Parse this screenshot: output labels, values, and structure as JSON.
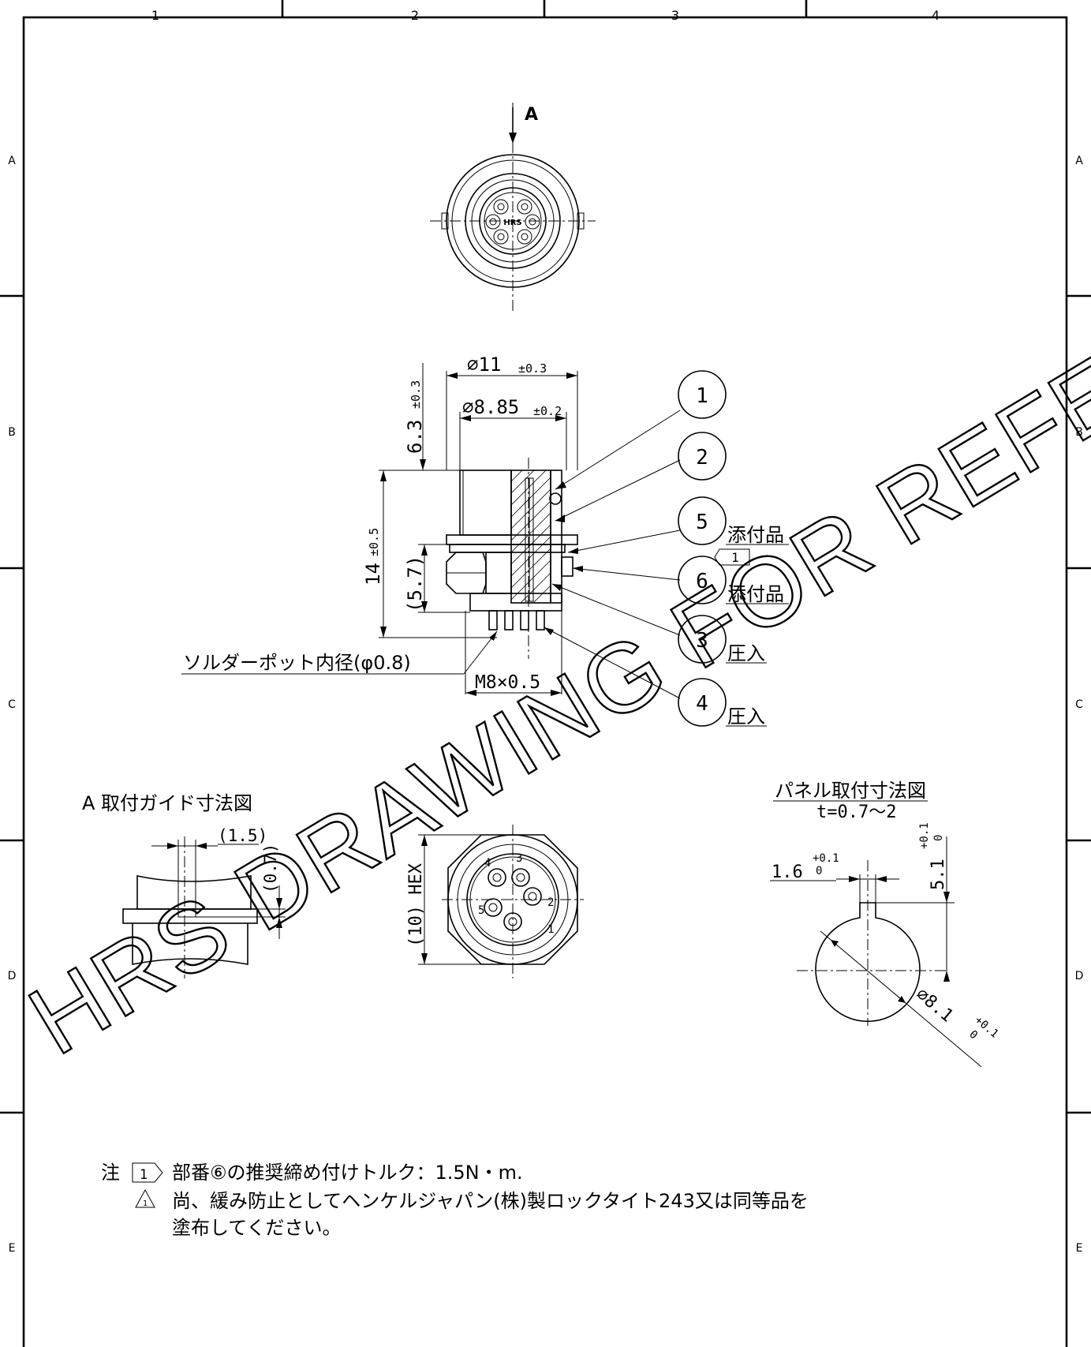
{
  "grid": {
    "columns": [
      "1",
      "2",
      "3",
      "4"
    ],
    "rows": [
      "A",
      "B",
      "C",
      "D",
      "E"
    ]
  },
  "front_view": {
    "view_mark": "A",
    "logo": "HRS"
  },
  "side_view": {
    "dims": {
      "d_outer": "∅11",
      "d_outer_tol": "±0.3",
      "d_inner": "∅8.85",
      "d_inner_tol": "±0.2",
      "h_top": "6.3",
      "h_top_tol": "±0.3",
      "h_total": "14",
      "h_total_tol": "±0.5",
      "h_ref": "(5.7)",
      "thread": "M8×0.5",
      "solder_pot": "ソルダーポット内径(φ0.8)"
    },
    "balloons": [
      "1",
      "2",
      "5",
      "6",
      "3",
      "4"
    ],
    "part_notes": {
      "p5": "添付品",
      "p6": "添付品",
      "p6_flag": "1",
      "p3": "圧入",
      "p4": "圧入"
    }
  },
  "guide_view": {
    "title": "A 取付ガイド寸法図",
    "dim_width": "(1.5)",
    "dim_height": "(0.7)"
  },
  "bottom_view": {
    "hex_label": "(10) HEX",
    "pin_numbers": [
      "1",
      "2",
      "3",
      "4",
      "5"
    ]
  },
  "panel_view": {
    "title": "パネル取付寸法図",
    "thickness": "t=0.7〜2",
    "key_width": "1.6",
    "key_width_tol_upper": "+0.1",
    "key_width_tol_lower": "0",
    "key_height": "5.1",
    "key_height_tol_upper": "+0.1",
    "key_height_tol_lower": "0",
    "diameter": "∅8.1",
    "diameter_tol_upper": "+0.1",
    "diameter_tol_lower": "0"
  },
  "notes": {
    "label": "注",
    "flag": "1",
    "line1": "部番⑥の推奨締め付けトルク：1.5N・m.",
    "line2_flag": "1",
    "line2": "尚、緩み防止としてヘンケルジャパン(株)製ロックタイト243又は同等品を",
    "line3": "塗布してください。"
  },
  "watermark": "HRS DRAWING FOR REFERENCE"
}
